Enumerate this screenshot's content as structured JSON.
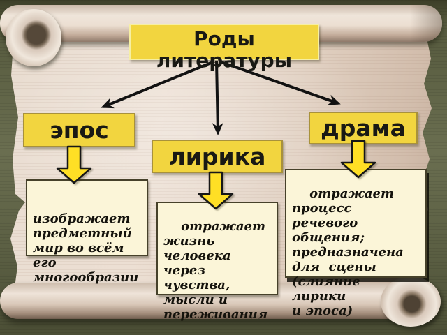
{
  "title_lines": [
    "Роды",
    "литературы"
  ],
  "nodes": [
    {
      "label": "эпос",
      "description_lines": [
        "изображает",
        "предметный",
        "мир во всём",
        "его",
        "многообразии"
      ]
    },
    {
      "label": "лирика",
      "description_lines": [
        "отражает",
        "жизнь",
        "человека через",
        "чувства,",
        "мысли и",
        "переживания"
      ]
    },
    {
      "label": "драма",
      "description_lines": [
        "отражает процесс",
        "речевого",
        "общения;",
        "предназначена",
        "для  сцены",
        "(слияние  лирики",
        "и эпоса)"
      ]
    }
  ],
  "colors": {
    "background": "#5C5F44",
    "parchment": "#E9DDD1",
    "node_fill": "#F2D53F",
    "node_border": "#A8913B",
    "title_border": "#F6EFA3",
    "desc_fill": "#FBF5D8",
    "desc_border": "#46412A",
    "block_arrow_fill": "#FFDF25",
    "connector": "#121212"
  }
}
